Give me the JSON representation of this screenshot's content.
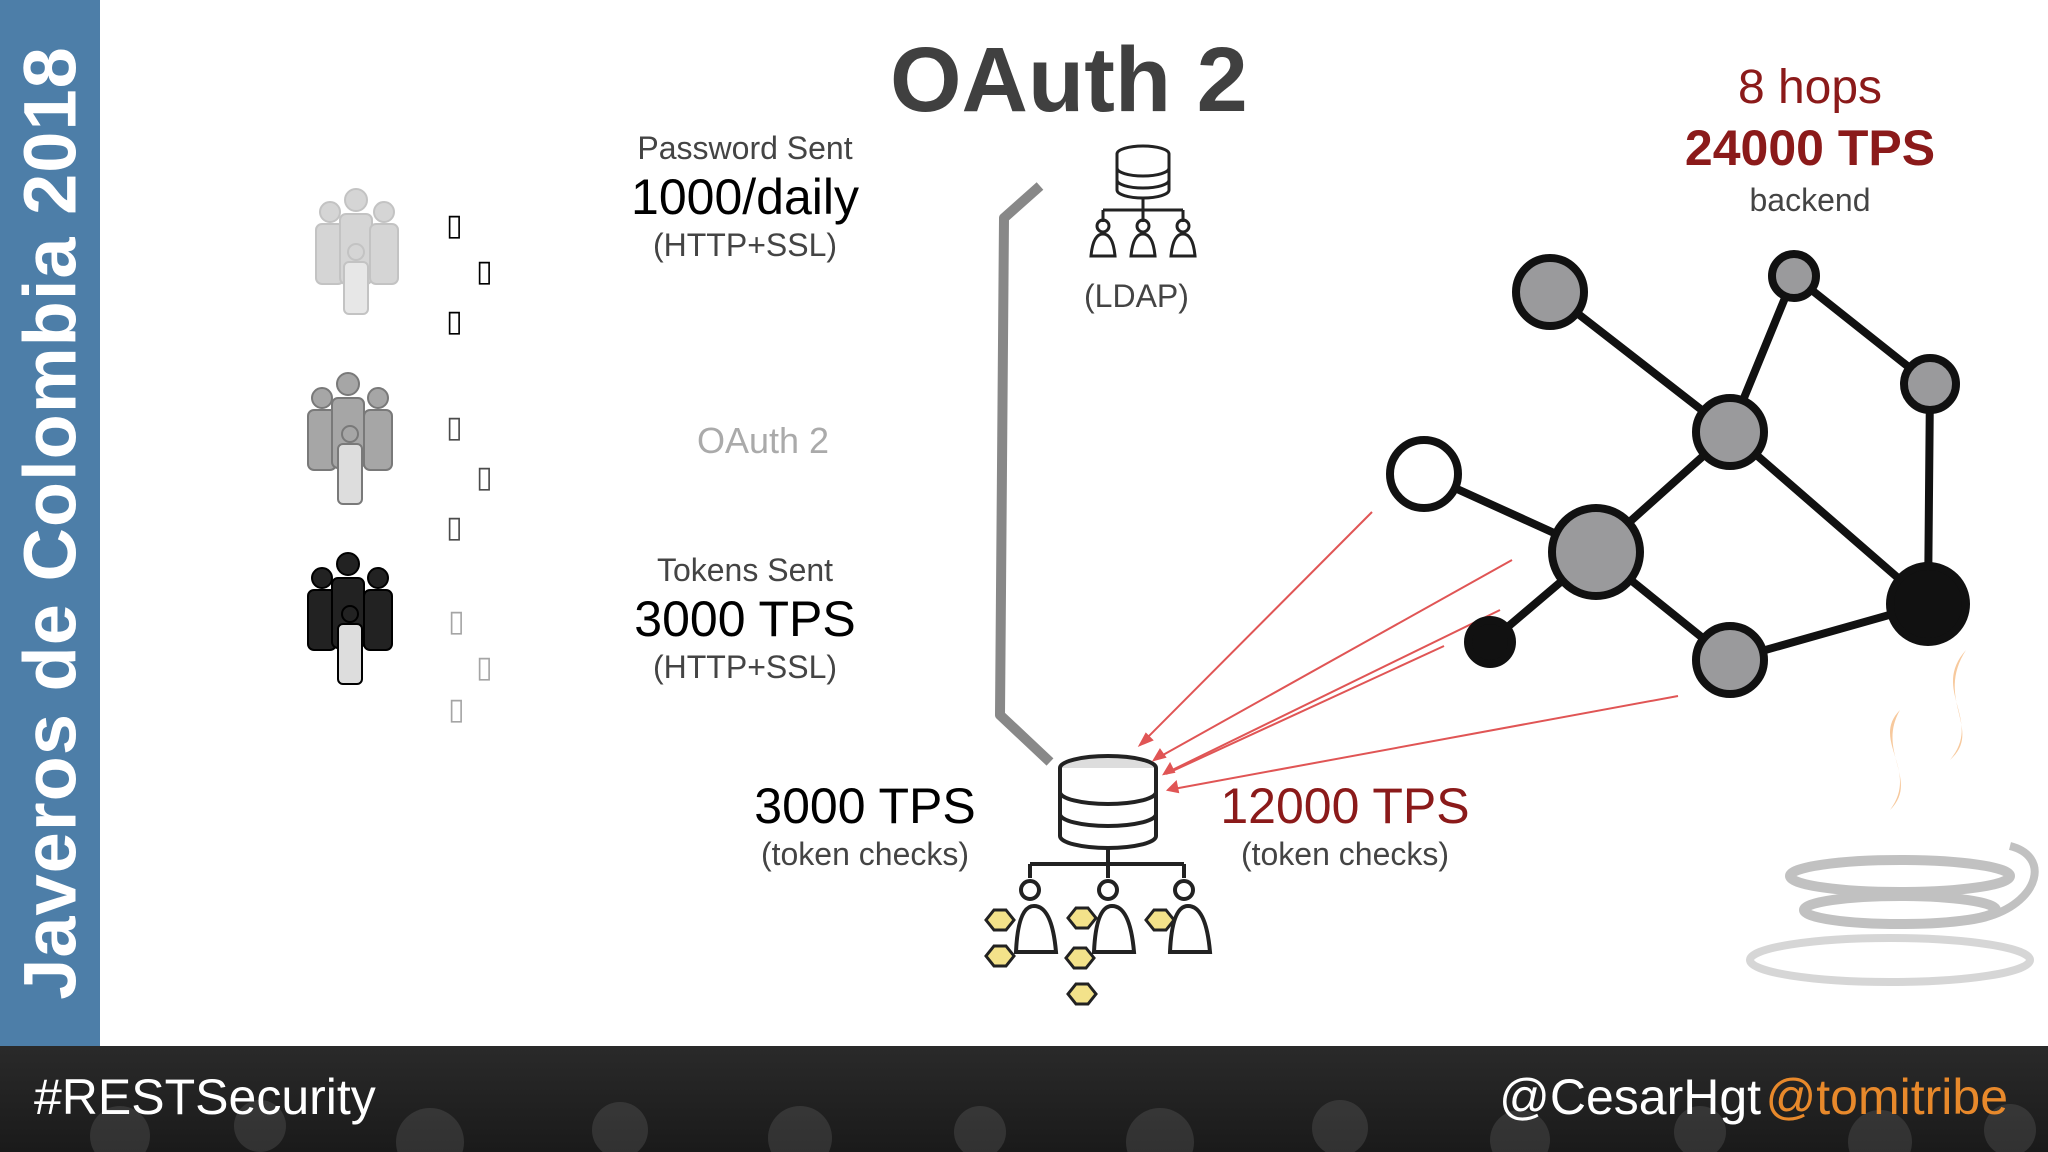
{
  "sidebar": {
    "text": "Javeros de Colombia 2018"
  },
  "slide": {
    "title": "OAuth 2",
    "password": {
      "label": "Password Sent",
      "rate": "1000/daily",
      "proto": "(HTTP+SSL)"
    },
    "middle_label": "OAuth 2",
    "tokens": {
      "label": "Tokens Sent",
      "rate": "3000 TPS",
      "proto": "(HTTP+SSL)"
    },
    "ldap_label": "(LDAP)",
    "left_checks": {
      "rate": "3000 TPS",
      "note": "(token checks)"
    },
    "right_checks": {
      "rate": "12000 TPS",
      "note": "(token checks)"
    },
    "backend": {
      "hops": "8 hops",
      "tps": "24000 TPS",
      "label": "backend"
    },
    "device_glyphs": [
      "▯",
      "▯",
      "▯"
    ]
  },
  "footer": {
    "hashtag": "#RESTSecurity",
    "handle1": "@CesarHgt",
    "handle2": "@tomitribe"
  },
  "colors": {
    "sidebar": "#4d7ea8",
    "dark_red": "#8b1a1a",
    "orange": "#e8892b",
    "node_gray": "#9a9a9c",
    "arrow_red": "#e05555"
  },
  "icons": [
    "family-icon",
    "phone-icon",
    "database-icon",
    "users-icon",
    "hexagon-icon",
    "java-logo-icon",
    "network-graph-icon"
  ]
}
